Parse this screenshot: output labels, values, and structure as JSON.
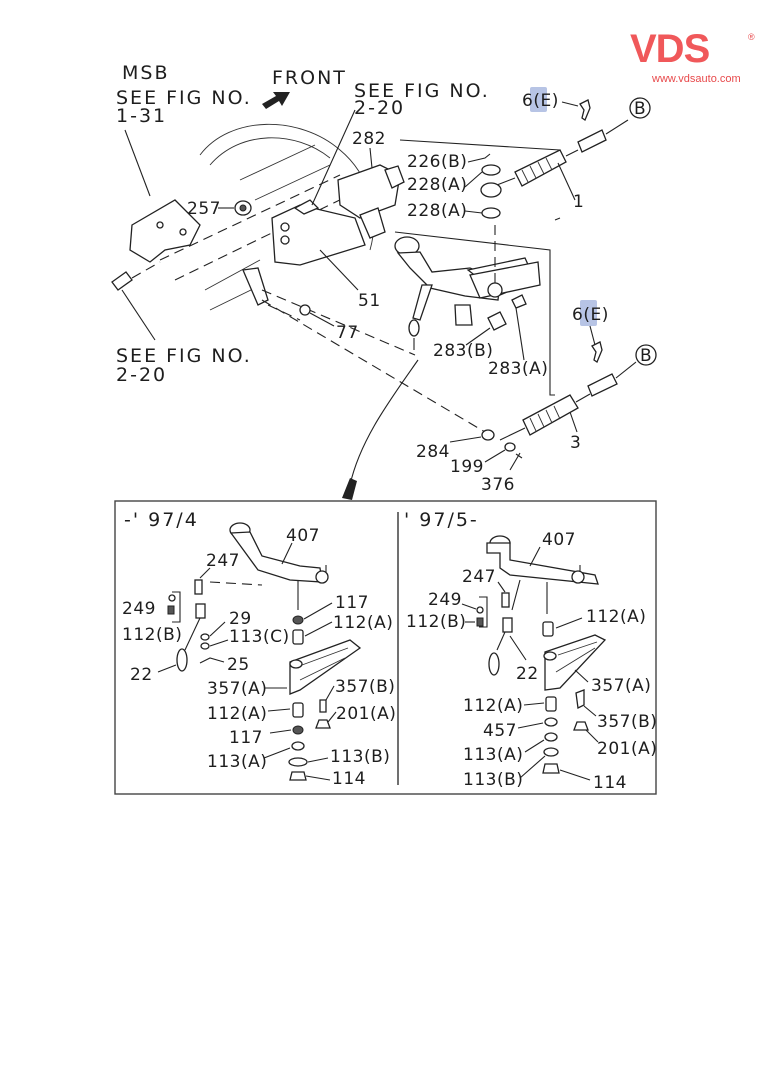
{
  "brand": {
    "logo_text": "VDS",
    "registered_mark": "®",
    "url": "www.vdsauto.com",
    "color": "#f0585a"
  },
  "highlight_color": "#9fb0dc",
  "main_diagram": {
    "notes": {
      "msb": "MSB",
      "see_fig_1_31_line1": "SEE FIG NO.",
      "see_fig_1_31_line2": "1-31",
      "front": "FRONT",
      "see_fig_2_20_top_line1": "SEE FIG NO.",
      "see_fig_2_20_top_line2": "2-20",
      "see_fig_2_20_bottom_line1": "SEE FIG NO.",
      "see_fig_2_20_bottom_line2": "2-20"
    },
    "callouts": {
      "p282": "282",
      "p226b": "226(B)",
      "p228a_1": "228(A)",
      "p228a_2": "228(A)",
      "p257": "257",
      "p51": "51",
      "p77": "77",
      "p1": "1",
      "p6e_top": "6(E)",
      "p6e_bottom": "6(E)",
      "b_top": "B",
      "b_bottom": "B",
      "p283b": "283(B)",
      "p283a": "283(A)",
      "p3": "3",
      "p284": "284",
      "p199": "199",
      "p376": "376"
    }
  },
  "detail_panels": [
    {
      "title": "-' 97/4",
      "callouts": {
        "p407": "407",
        "p247": "247",
        "p249": "249",
        "p112b": "112(B)",
        "p117_top": "117",
        "p112a_top": "112(A)",
        "p29": "29",
        "p113c": "113(C)",
        "p25": "25",
        "p22": "22",
        "p357a": "357(A)",
        "p357b": "357(B)",
        "p112a_bottom": "112(A)",
        "p201a": "201(A)",
        "p117_bottom": "117",
        "p113a": "113(A)",
        "p113b": "113(B)",
        "p114": "114"
      }
    },
    {
      "title": "' 97/5-",
      "callouts": {
        "p407": "407",
        "p247": "247",
        "p249": "249",
        "p112b": "112(B)",
        "p112a_top": "112(A)",
        "p22": "22",
        "p357a": "357(A)",
        "p112a_bottom": "112(A)",
        "p357b": "357(B)",
        "p457": "457",
        "p201a": "201(A)",
        "p113a": "113(A)",
        "p113b": "113(B)",
        "p114": "114"
      }
    }
  ]
}
